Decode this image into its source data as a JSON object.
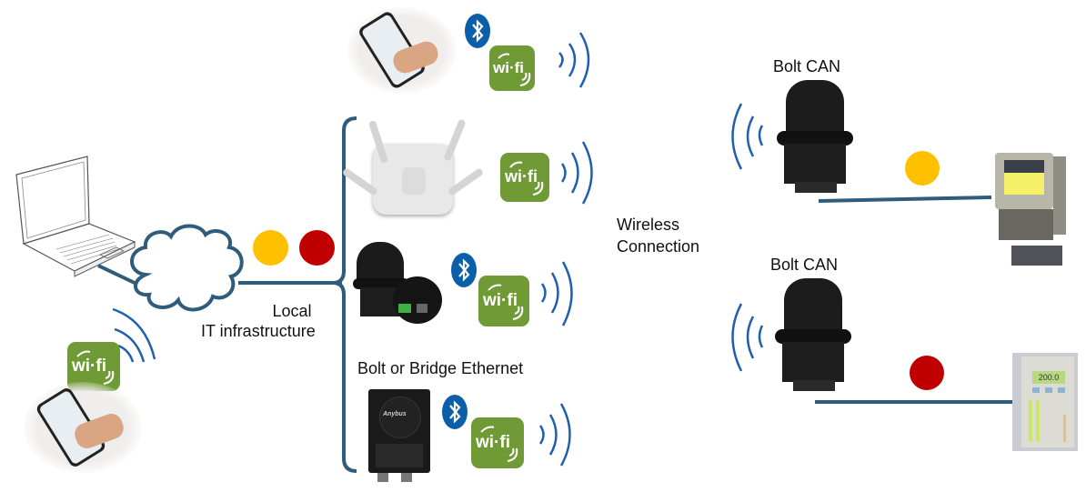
{
  "diagram": {
    "labels": {
      "local_it_line1": "Local",
      "local_it_line2": "IT infrastructure",
      "bolt_bridge": "Bolt or Bridge Ethernet",
      "wireless_line1": "Wireless",
      "wireless_line2": "Connection",
      "bolt_can_top": "Bolt CAN",
      "bolt_can_bottom": "Bolt CAN"
    },
    "wifi_badge_text": "wi·fi",
    "device_brand_text": "Anybus",
    "controller_display_text": "200.0",
    "colors": {
      "line": "#2e5c7c",
      "wave": "#1f5fb0",
      "wifi_green": "#6f9a36",
      "bluetooth_blue": "#0a5fa8",
      "status_yellow": "#ffc000",
      "status_red": "#c00000"
    },
    "nodes": [
      {
        "id": "laptop",
        "label": "Laptop"
      },
      {
        "id": "cloud",
        "label": "Local IT infrastructure"
      },
      {
        "id": "phone-top",
        "connections": [
          "bluetooth",
          "wifi"
        ]
      },
      {
        "id": "phone-bottom",
        "connections": [
          "wifi"
        ]
      },
      {
        "id": "access-point",
        "connections": [
          "wifi"
        ]
      },
      {
        "id": "bolt-ethernet",
        "connections": [
          "bluetooth",
          "wifi"
        ]
      },
      {
        "id": "bridge-ethernet",
        "connections": [
          "bluetooth",
          "wifi"
        ]
      },
      {
        "id": "bolt-can-1",
        "status": "yellow",
        "target": "barcode-scanner"
      },
      {
        "id": "bolt-can-2",
        "status": "red",
        "target": "process-controller"
      }
    ]
  }
}
